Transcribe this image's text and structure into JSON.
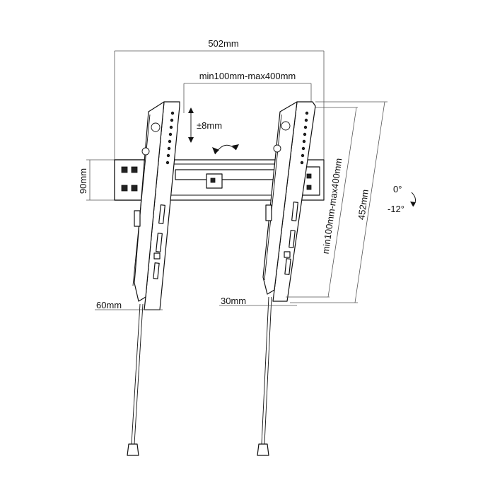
{
  "dimensions": {
    "overall_width": "502mm",
    "vesa_horizontal": "min100mm-max400mm",
    "height_adjust": "±8mm",
    "wall_plate_height": "90mm",
    "vesa_vertical": "min100mm-max400mm",
    "arm_length": "452mm",
    "depth_left": "60mm",
    "depth_right": "30mm"
  },
  "tilt": {
    "max": "0°",
    "min": "-12°"
  },
  "icons": {
    "rotate": "rotate-arrow-icon",
    "height": "up-down-arrow-icon",
    "tilt": "tilt-arc-icon"
  }
}
